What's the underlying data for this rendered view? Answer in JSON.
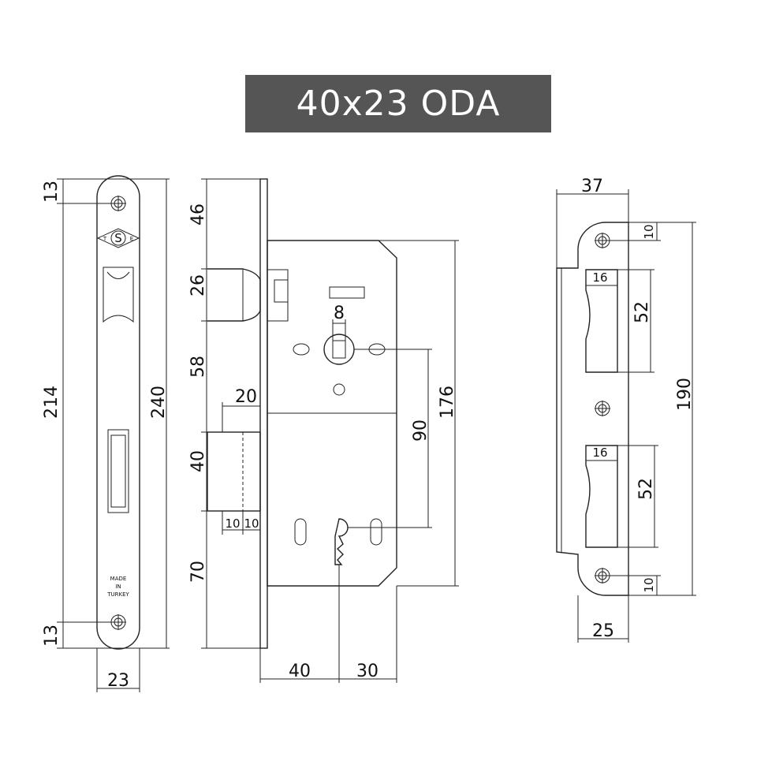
{
  "title": "40x23 ODA",
  "faceplate": {
    "dims": {
      "top": "13",
      "bottom": "13",
      "inner_height": "214",
      "total_height": "240",
      "width": "23"
    },
    "stamp": {
      "left": "T",
      "center": "S",
      "right": "E"
    },
    "made_in": [
      "MADE",
      "IN",
      "TURKEY"
    ]
  },
  "lock_body": {
    "dims": {
      "a": "46",
      "b": "26",
      "c": "58",
      "d": "40",
      "e": "70",
      "latch_width": "20",
      "f1": "10",
      "f2": "10",
      "spindle": "8",
      "centre": "90",
      "body_height": "176",
      "backset": "40",
      "back": "30"
    }
  },
  "strike_plate": {
    "dims": {
      "width_top": "37",
      "width_bottom": "25",
      "height": "190",
      "top_margin": "10",
      "bottom_margin": "10",
      "pocket1_h": "52",
      "pocket1_w": "16",
      "pocket2_h": "52",
      "pocket2_w": "16"
    }
  }
}
